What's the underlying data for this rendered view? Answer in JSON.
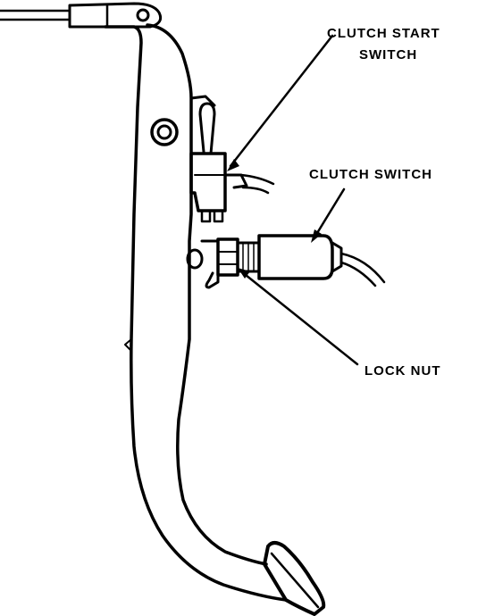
{
  "labels": {
    "clutch_start_switch_line1": "CLUTCH START",
    "clutch_start_switch_line2": "SWITCH",
    "clutch_switch": "CLUTCH SWITCH",
    "lock_nut": "LOCK NUT"
  },
  "colors": {
    "ink": "#000000",
    "background": "#ffffff"
  }
}
